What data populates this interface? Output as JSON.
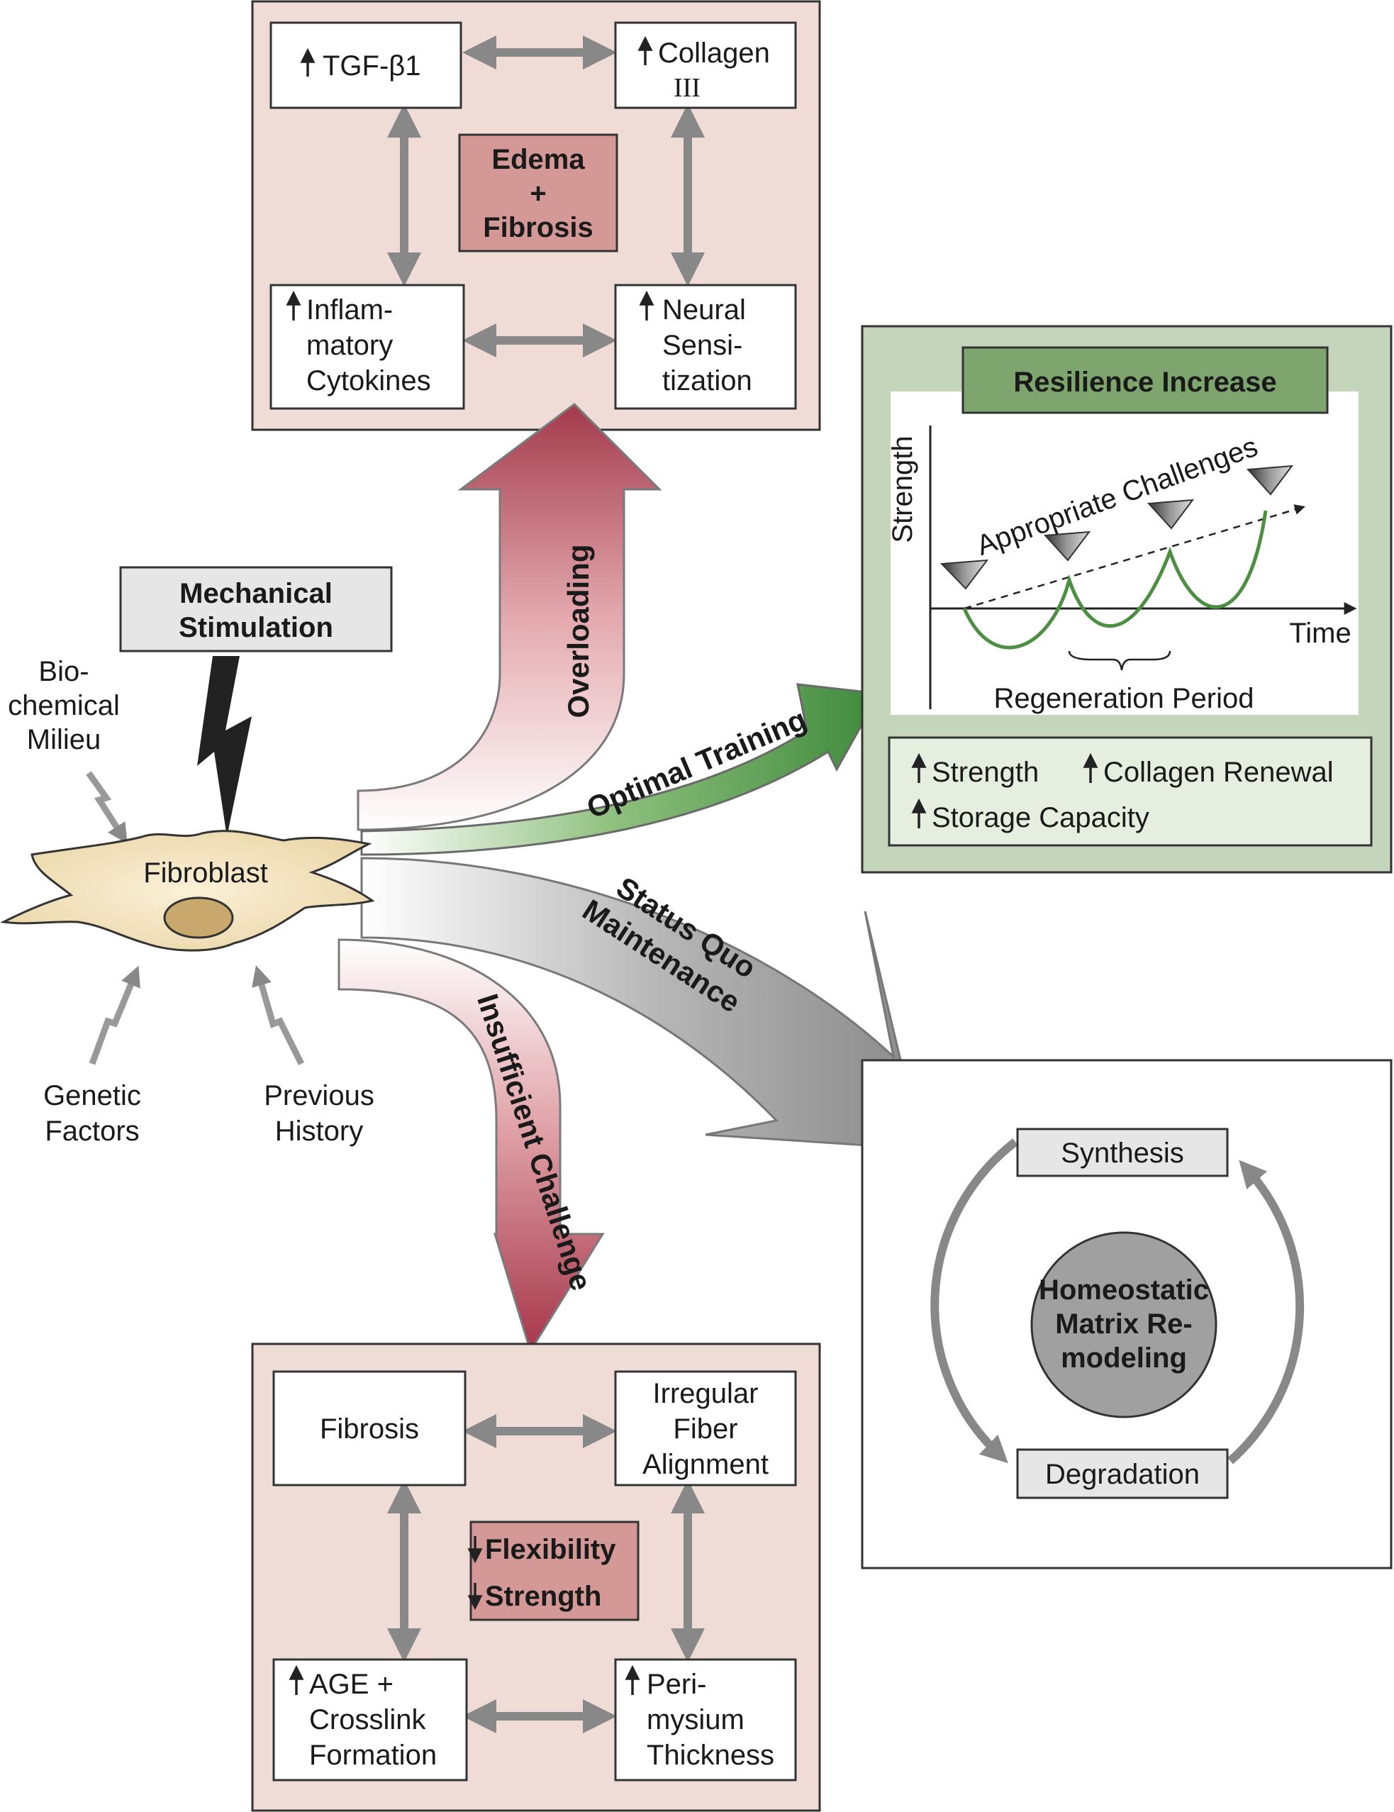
{
  "top_panel": {
    "center": [
      "Edema",
      "+",
      "Fibrosis"
    ],
    "tgf": "TGF-β1",
    "collagen": [
      "Collagen",
      "III"
    ],
    "cytokines": [
      "Inflam-",
      "matory",
      "Cytokines"
    ],
    "neural": [
      "Neural",
      "Sensi-",
      "tization"
    ]
  },
  "left": {
    "mechanical": [
      "Mechanical",
      "Stimulation"
    ],
    "biochemical": [
      "Bio-",
      "chemical",
      "Milieu"
    ],
    "fibroblast": "Fibroblast",
    "genetic": [
      "Genetic",
      "Factors"
    ],
    "history": [
      "Previous",
      "History"
    ]
  },
  "arrows": {
    "overloading": "Overloading",
    "optimal": "Optimal Training",
    "status_quo": [
      "Status Quo",
      "Maintenance"
    ],
    "insufficient": "Insufficient Challenge"
  },
  "resilience": {
    "title": "Resilience Increase",
    "y_label": "Strength",
    "x_label": "Time",
    "challenges": "Appropriate Challenges",
    "regeneration": "Regeneration Period",
    "strength": "Strength",
    "collagen_renewal": "Collagen Renewal",
    "storage": "Storage Capacity"
  },
  "homeostatic": {
    "synthesis": "Synthesis",
    "degradation": "Degradation",
    "center": [
      "Homeostatic",
      "Matrix Re-",
      "modeling"
    ]
  },
  "bottom_panel": {
    "fibrosis": "Fibrosis",
    "irregular": [
      "Irregular",
      "Fiber",
      "Alignment"
    ],
    "flexibility": "Flexibility",
    "strength": "Strength",
    "age": [
      "AGE +",
      "Crosslink",
      "Formation"
    ],
    "perimysium": [
      "Peri-",
      "mysium",
      "Thickness"
    ]
  },
  "colors": {
    "pink_panel": "#f0dcd7",
    "red_box": "#d49997",
    "green_panel": "#c5d5bb",
    "green_box": "#7ea56e",
    "light_green": "#e6efdf",
    "gray_arrow": "#888888"
  }
}
